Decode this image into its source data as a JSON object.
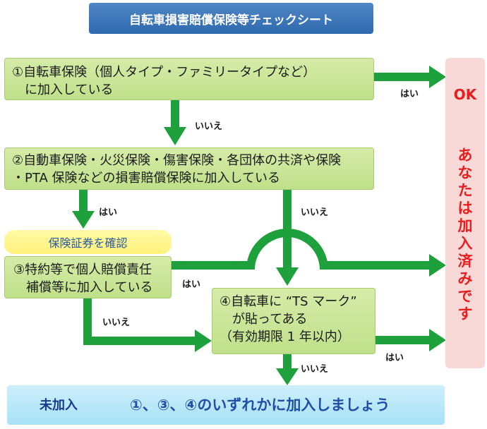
{
  "title": "自転車損害賠償保険等チェックシート",
  "q1": {
    "line1": "①自転車保険（個人タイプ・ファミリータイプなど）",
    "line2": "　に加入している"
  },
  "q2": {
    "line1": "②自動車保険・火災保険・傷害保険・各団体の共済や保険",
    "line2": "・PTA 保険などの損害賠償保険に加入している"
  },
  "confirm": "保険証券を確認",
  "q3": {
    "line1": "③特約等で個人賠償責任",
    "line2": "　補償等に加入している"
  },
  "q4": {
    "line1": "④自転車に “TS マーク”",
    "line2": "　が貼ってある",
    "line3": "（有効期限 1 年以内）"
  },
  "ok": {
    "label": "OK",
    "message": "あなたは加入済みです"
  },
  "bottom": {
    "left": "未加入",
    "right": "①、③、④のいずれかに加入しましょう"
  },
  "labels": {
    "yes": "はい",
    "no": "いいえ"
  },
  "colors": {
    "arrow": "#1ea03c",
    "title_bg": "#3b76b9",
    "ok_text": "#e81d1d"
  }
}
